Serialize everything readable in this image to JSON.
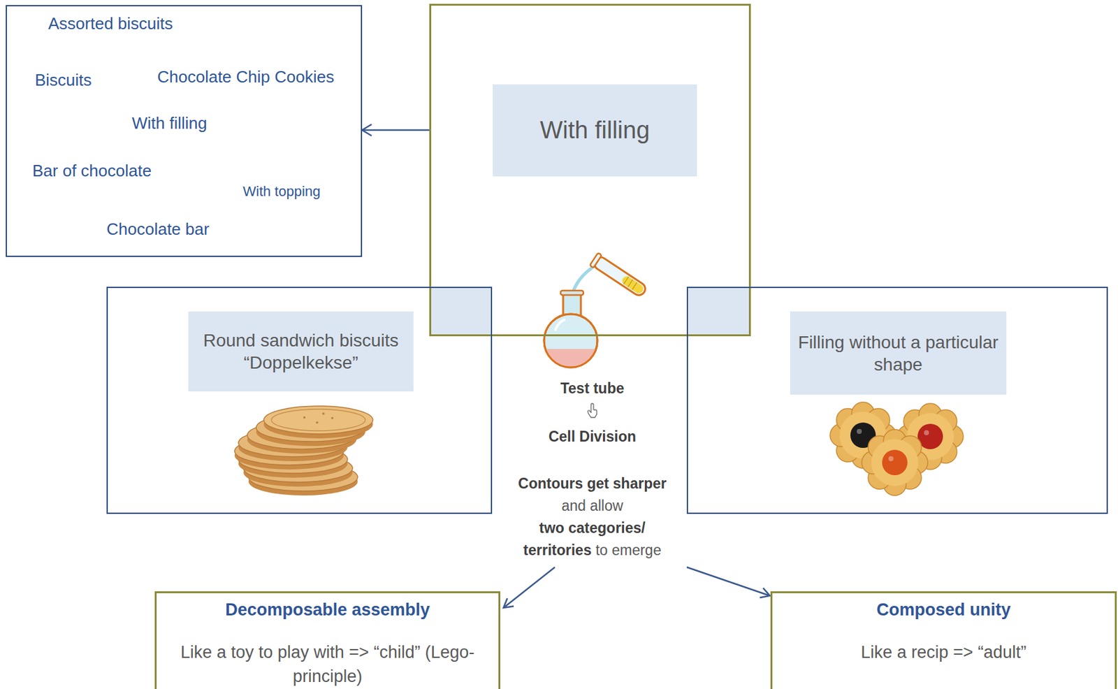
{
  "diagram": {
    "nodes": [
      {
        "text": [
          "Assorted biscuits",
          "Biscuits",
          "Chocolate Chip Cookies",
          "With filling",
          "Bar of chocolate",
          "With topping",
          "Chocolate bar"
        ]
      },
      {
        "text": [
          "With filling"
        ]
      },
      {
        "text": [
          "Round sandwich biscuits “Doppelkekse”"
        ]
      },
      {
        "text": [
          "Filling without a particular shape"
        ]
      },
      {
        "text": [
          "Decomposable assembly",
          "Like a toy to play with => “child” (Lego-principle)"
        ]
      },
      {
        "text": [
          "Composed unity",
          "Like a recip => “adult”"
        ]
      }
    ],
    "edges": [
      {
        "from": 1,
        "to": 0,
        "arrow": "to"
      }
    ],
    "labels": [
      "Test tube",
      "Cell Division",
      "Contours get sharper",
      "and allow",
      "two categories/",
      "territories",
      "to emerge"
    ]
  }
}
